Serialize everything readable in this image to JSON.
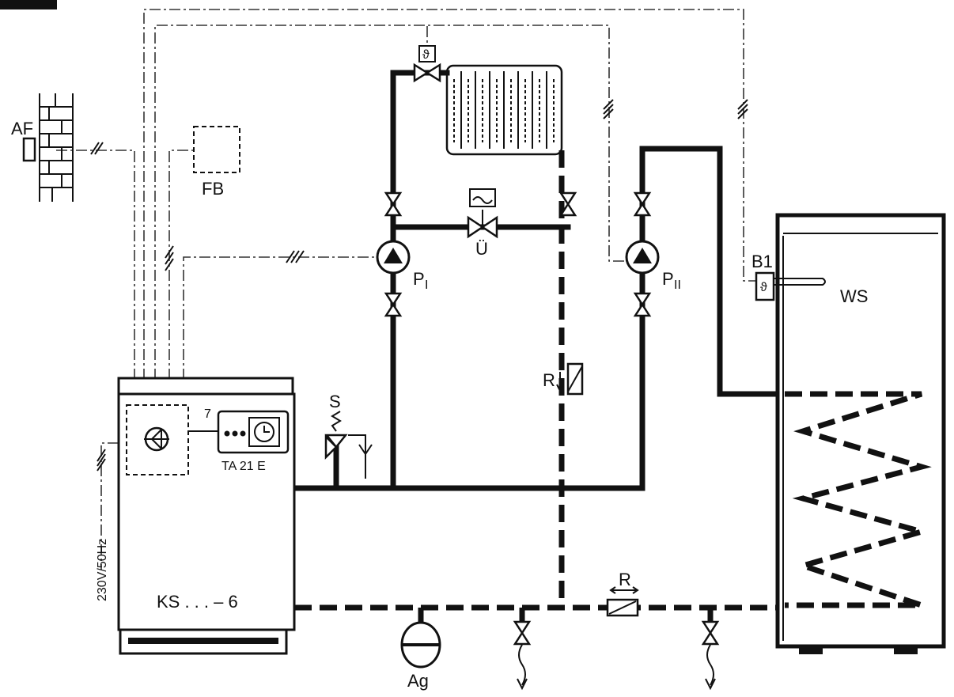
{
  "labels": {
    "af": "AF",
    "fb": "FB",
    "p1": "P",
    "p1_sub": "I",
    "p2": "P",
    "p2_sub": "II",
    "u": "Ü",
    "r1": "R",
    "r2": "R",
    "s": "S",
    "b1": "B1",
    "ws": "WS",
    "ta": "TA 21 E",
    "ks": "KS . . . – 6",
    "mains": "230V/50Hz",
    "ag": "Ag",
    "seven": "7"
  },
  "colors": {
    "line": "#111111",
    "background": "#ffffff"
  },
  "icons": {
    "pump": "pump-icon",
    "valve": "valve-icon",
    "thermostat": "thermostat-icon",
    "sensor": "sensor-icon",
    "drain": "drain-icon",
    "expansion": "expansion-vessel-icon",
    "radiator": "radiator-icon",
    "coil": "heating-coil-icon"
  }
}
